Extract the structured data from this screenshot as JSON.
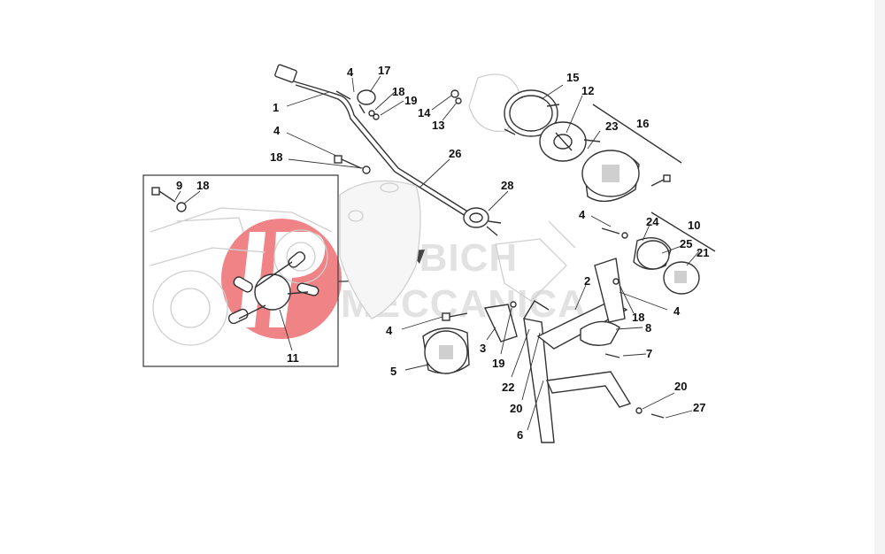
{
  "diagram": {
    "watermark": {
      "line1": "REJBICH",
      "line2": "MECCANICA",
      "logo_color": "#e31e24"
    },
    "callouts": [
      {
        "text": "1"
      },
      {
        "text": "4"
      },
      {
        "text": "17"
      },
      {
        "text": "18"
      },
      {
        "text": "19"
      },
      {
        "text": "14"
      },
      {
        "text": "13"
      },
      {
        "text": "15"
      },
      {
        "text": "12"
      },
      {
        "text": "16"
      },
      {
        "text": "23"
      },
      {
        "text": "4"
      },
      {
        "text": "18"
      },
      {
        "text": "26"
      },
      {
        "text": "28"
      },
      {
        "text": "9"
      },
      {
        "text": "18"
      },
      {
        "text": "11"
      },
      {
        "text": "4"
      },
      {
        "text": "24"
      },
      {
        "text": "10"
      },
      {
        "text": "25"
      },
      {
        "text": "21"
      },
      {
        "text": "2"
      },
      {
        "text": "18"
      },
      {
        "text": "4"
      },
      {
        "text": "8"
      },
      {
        "text": "7"
      },
      {
        "text": "4"
      },
      {
        "text": "5"
      },
      {
        "text": "3"
      },
      {
        "text": "19"
      },
      {
        "text": "22"
      },
      {
        "text": "20"
      },
      {
        "text": "6"
      },
      {
        "text": "20"
      },
      {
        "text": "27"
      }
    ]
  }
}
